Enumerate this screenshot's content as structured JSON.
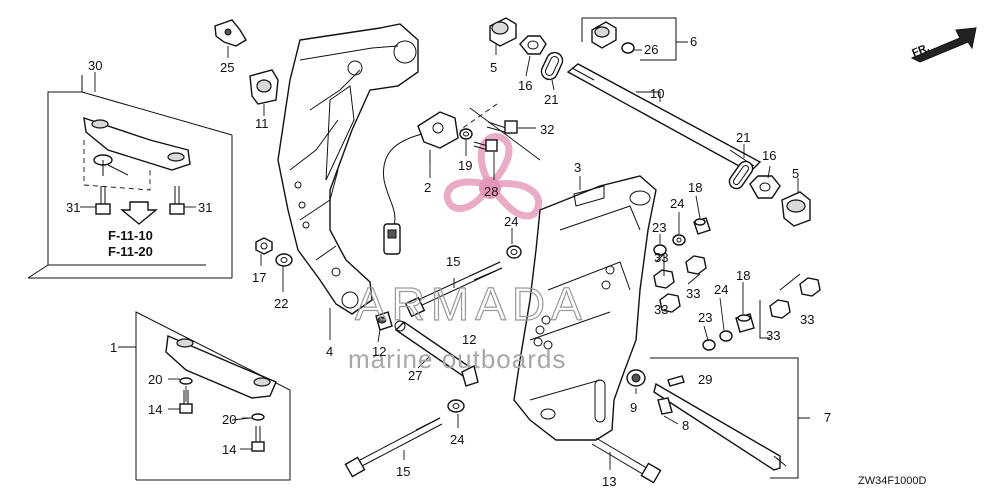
{
  "diagram": {
    "code": "ZW34F1000D",
    "direction_label": "FR.",
    "ref_labels": [
      "F-11-10",
      "F-11-20"
    ],
    "watermark": {
      "brand": "ARMADA",
      "tagline": "marine outboards"
    },
    "parts": {
      "p1": "1",
      "p2": "2",
      "p3": "3",
      "p4": "4",
      "p5a": "5",
      "p5b": "5",
      "p6": "6",
      "p7": "7",
      "p8": "8",
      "p9": "9",
      "p10": "10",
      "p11": "11",
      "p12a": "12",
      "p12b": "12",
      "p13": "13",
      "p14a": "14",
      "p14b": "14",
      "p15a": "15",
      "p15b": "15",
      "p16a": "16",
      "p16b": "16",
      "p17": "17",
      "p18a": "18",
      "p18b": "18",
      "p19": "19",
      "p20a": "20",
      "p20b": "20",
      "p21a": "21",
      "p21b": "21",
      "p22": "22",
      "p23a": "23",
      "p23b": "23",
      "p24a": "24",
      "p24b": "24",
      "p24c": "24",
      "p24d": "24",
      "p25": "25",
      "p26": "26",
      "p27": "27",
      "p28": "28",
      "p29": "29",
      "p30": "30",
      "p31a": "31",
      "p31b": "31",
      "p32": "32",
      "p33a": "33",
      "p33b": "33",
      "p33c": "33",
      "p33d": "33",
      "p33e": "33"
    }
  },
  "colors": {
    "watermark_pink": "#e8a2c0",
    "line": "#111111"
  }
}
